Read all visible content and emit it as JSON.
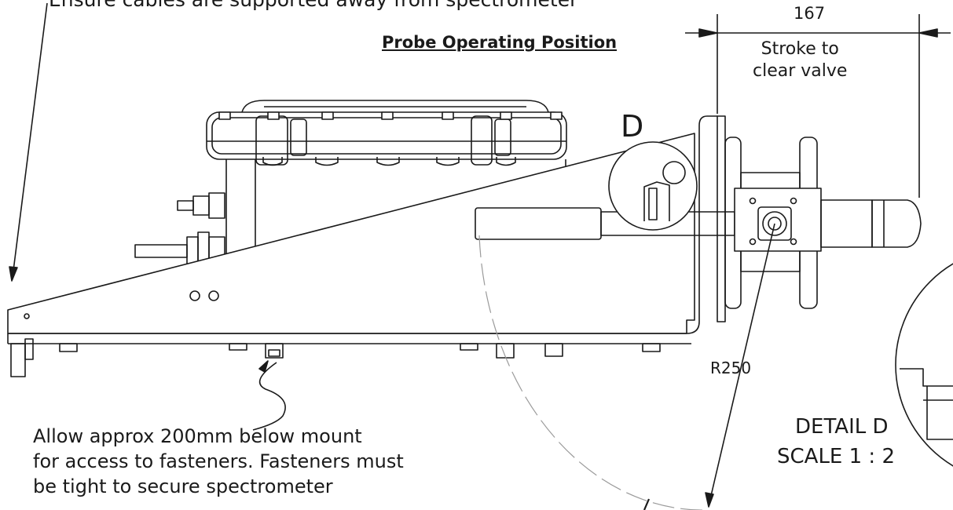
{
  "notes": {
    "top": "Ensure cables are supported away from spectrometer",
    "bottom": "Allow approx 200mm below mount\nfor access to fasteners. Fasteners must\nbe tight to secure spectrometer"
  },
  "section_title": "Probe Operating Position",
  "dimension": {
    "value": "167",
    "description": "Stroke to\nclear valve"
  },
  "detail": {
    "callout_letter": "D",
    "name": "DETAIL D",
    "scale": "SCALE 1 : 2"
  },
  "radius_label": "R250",
  "colors": {
    "line": "#1a1a1a",
    "background": "#ffffff",
    "arc": "#9a9a9a"
  }
}
